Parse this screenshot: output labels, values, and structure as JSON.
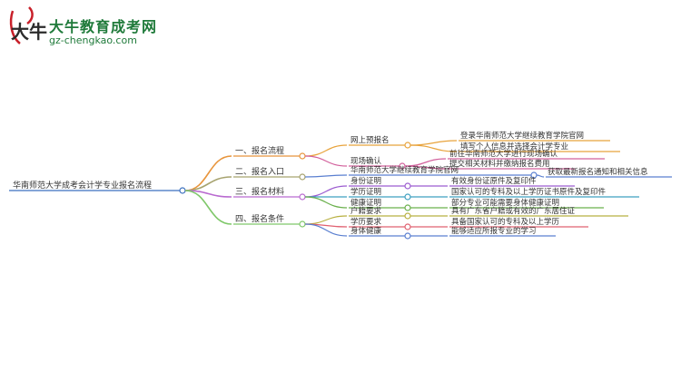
{
  "logo": {
    "mark": "大牛",
    "name": "大牛教育成考网",
    "url": "gz-chengkao.com"
  },
  "colors": {
    "brand": "#1f7a3a",
    "root": "#3a6fbf",
    "branch_1": "#e8953c",
    "branch_2": "#a7a36f",
    "branch_3": "#b96ad0",
    "branch_4": "#7fc86a",
    "sub_1": "#e8a33c",
    "sub_2": "#d2609c",
    "sub_3": "#5a7fd0",
    "sub_4": "#9c5cd0",
    "sub_5": "#3fa0c0",
    "sub_6": "#6ab04c",
    "sub_7": "#b8b040",
    "sub_8": "#e06070"
  },
  "mindmap": {
    "root": "华南师范大学成考会计学专业报名流程",
    "branches": [
      {
        "label": "一、报名流程",
        "children": [
          {
            "label": "网上预报名",
            "children": [
              "登录华南师范大学继续教育学院官网",
              "填写个人信息并选择会计学专业"
            ]
          },
          {
            "label": "现场确认",
            "children": [
              "前往华南师范大学进行现场确认",
              "提交相关材料并缴纳报名费用"
            ]
          }
        ]
      },
      {
        "label": "二、报名入口",
        "children": [
          {
            "label": "华南师范大学继续教育学院官网",
            "children": [
              "获取最新报名通知和相关信息"
            ]
          }
        ]
      },
      {
        "label": "三、报名材料",
        "children": [
          {
            "label": "身份证明",
            "children": [
              "有效身份证原件及复印件"
            ]
          },
          {
            "label": "学历证明",
            "children": [
              "国家认可的专科及以上学历证书原件及复印件"
            ]
          },
          {
            "label": "健康证明",
            "children": [
              "部分专业可能需要身体健康证明"
            ]
          }
        ]
      },
      {
        "label": "四、报名条件",
        "children": [
          {
            "label": "户籍要求",
            "children": [
              "具有广东省户籍或有效的广东居住证"
            ]
          },
          {
            "label": "学历要求",
            "children": [
              "具备国家认可的专科及以上学历"
            ]
          },
          {
            "label": "身体健康",
            "children": [
              "能够适应所报专业的学习"
            ]
          }
        ]
      }
    ]
  }
}
